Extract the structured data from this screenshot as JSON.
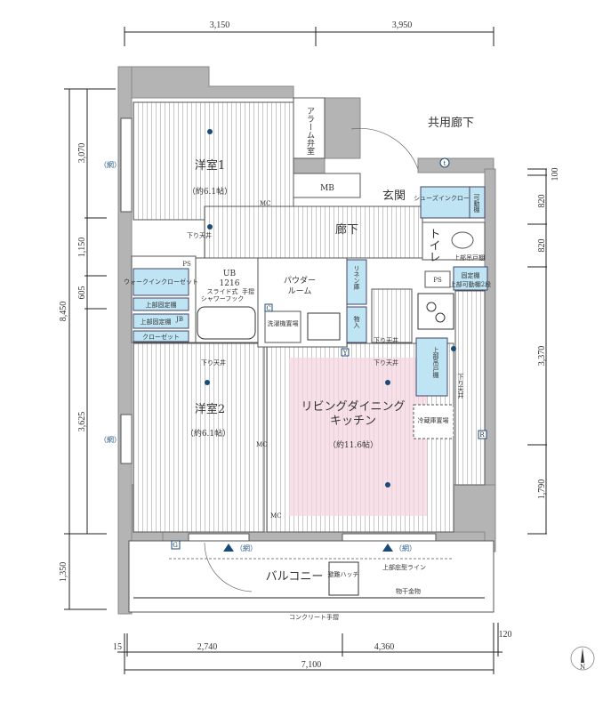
{
  "rooms": {
    "western1": {
      "name": "洋室1",
      "size": "（約6.1帖）"
    },
    "western2": {
      "name": "洋室2",
      "size": "（約6.1帖）"
    },
    "ldk": {
      "name_line1": "リビングダイニング",
      "name_line2": "キッチン",
      "size": "（約11.6帖）"
    },
    "entrance": "玄関",
    "hallway": "廊下",
    "common_corridor": "共用廊下",
    "alarm_valve_room": "アラーム弁室",
    "mb": "MB",
    "shoe_closet": "シューズインクローク",
    "movable_shelf": "可動棚",
    "toilet": "トイレ",
    "upper_cabinet": "上部吊戸棚",
    "ps": "PS",
    "fixed_shelf": "固定棚",
    "fixed_shelf_note": "上部可動棚2段",
    "ub": "UB",
    "ub_size": "1216",
    "ub_note1": "スライド式",
    "ub_note2": "シャワーフック",
    "handrail": "手摺",
    "powder_room_line1": "パウダー",
    "powder_room_line2": "ルーム",
    "linen": "リネン庫",
    "storage": "物入",
    "washer": "洗濯機置場",
    "walkin_closet": "ウォークインクローゼット",
    "upper_fixed_shelf": "上部固定棚",
    "closet": "クローゼット",
    "jb": "JB",
    "lowered_ceiling": "下り天井",
    "kitchen_upper": "上部吊戸棚",
    "fridge": "冷蔵庫置場",
    "balcony": "バルコニー",
    "evac_hatch": "避難ハッチ",
    "upper_eave": "上部庇型ライン",
    "drying_hardware": "物干金物",
    "concrete_rail": "コンクリート手摺",
    "net": "（網）",
    "mc": "MC",
    "marks": {
      "g": "G",
      "y": "Y",
      "r": "R",
      "c": "C",
      "t": "t"
    }
  },
  "dimensions": {
    "top": [
      "3,150",
      "3,950"
    ],
    "bottom_segments": [
      "15",
      "2,740",
      "4,360",
      "120"
    ],
    "bottom_total": "7,100",
    "left_total": "8,450",
    "left_balcony": "1,350",
    "left_segments": [
      "3,070",
      "1,150",
      "605",
      "3,625"
    ],
    "right_segments": [
      "100",
      "820",
      "820",
      "3,370",
      "1,790"
    ]
  },
  "compass": "N",
  "colors": {
    "wall": "#b4b4b4",
    "storage": "#bfe4f3",
    "ldk_highlight": "#f6d6e2",
    "fixture": "#1a4a7a"
  }
}
